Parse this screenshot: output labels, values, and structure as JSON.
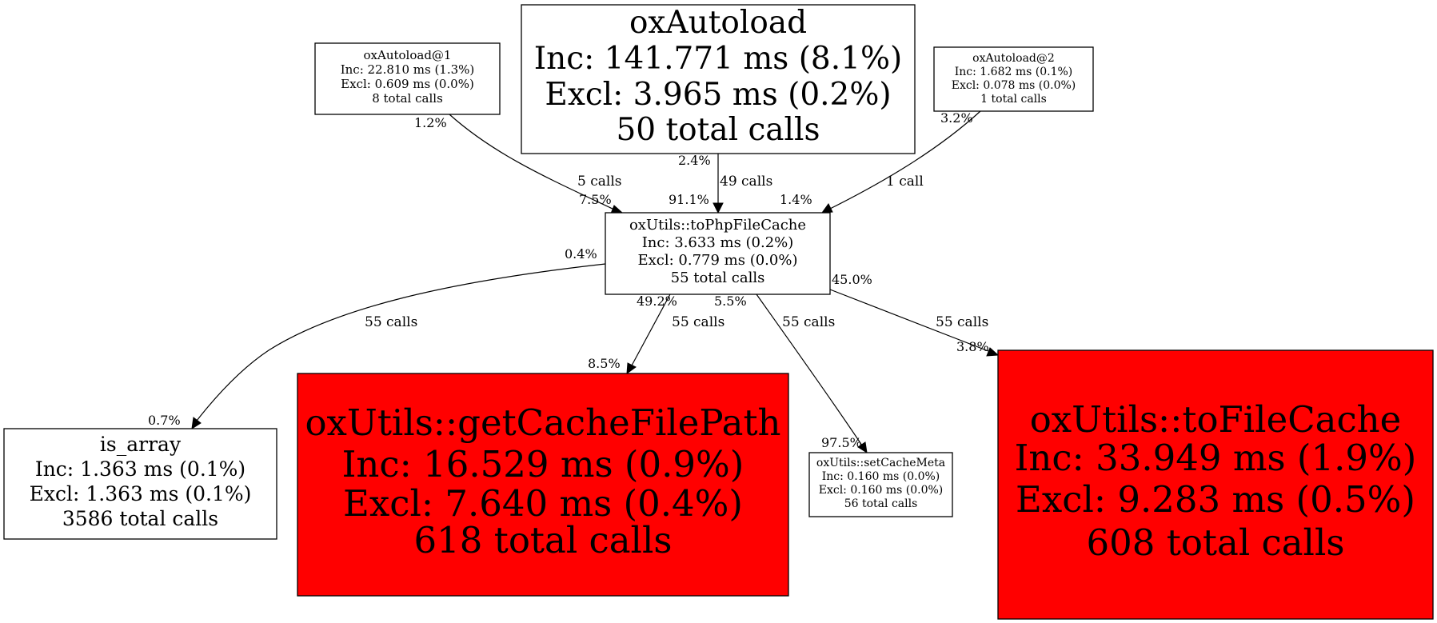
{
  "colors": {
    "hot": "#ff0000",
    "normal": "#ffffff",
    "stroke": "#000000"
  },
  "nodes": {
    "autoload1": {
      "lines": [
        "oxAutoload@1",
        "Inc: 22.810 ms (1.3%)",
        "Excl: 0.609 ms (0.0%)",
        "8 total calls"
      ],
      "hot": false
    },
    "autoload": {
      "lines": [
        "oxAutoload",
        "Inc: 141.771 ms (8.1%)",
        "Excl: 3.965 ms (0.2%)",
        "50 total calls"
      ],
      "hot": false
    },
    "autoload2": {
      "lines": [
        "oxAutoload@2",
        "Inc: 1.682 ms (0.1%)",
        "Excl: 0.078 ms (0.0%)",
        "1 total calls"
      ],
      "hot": false
    },
    "tophp": {
      "lines": [
        "oxUtils::toPhpFileCache",
        "Inc: 3.633 ms (0.2%)",
        "Excl: 0.779 ms (0.0%)",
        "55 total calls"
      ],
      "hot": false
    },
    "isarray": {
      "lines": [
        "is_array",
        "Inc: 1.363 ms (0.1%)",
        "Excl: 1.363 ms (0.1%)",
        "3586 total calls"
      ],
      "hot": false
    },
    "getcache": {
      "lines": [
        "oxUtils::getCacheFilePath",
        "Inc: 16.529 ms (0.9%)",
        "Excl: 7.640 ms (0.4%)",
        "618 total calls"
      ],
      "hot": true
    },
    "setmeta": {
      "lines": [
        "oxUtils::setCacheMeta",
        "Inc: 0.160 ms (0.0%)",
        "Excl: 0.160 ms (0.0%)",
        "56 total calls"
      ],
      "hot": false
    },
    "tofile": {
      "lines": [
        "oxUtils::toFileCache",
        "Inc: 33.949 ms (1.9%)",
        "Excl: 9.283 ms (0.5%)",
        "608 total calls"
      ],
      "hot": true
    }
  },
  "edges": {
    "a1_tophp": {
      "from": "autoload1",
      "to": "tophp",
      "calls": "5 calls",
      "tail_pct": "1.2%",
      "head_pct": "7.5%"
    },
    "a_tophp": {
      "from": "autoload",
      "to": "tophp",
      "calls": "49 calls",
      "tail_pct": "2.4%",
      "head_pct": "91.1%"
    },
    "a2_tophp": {
      "from": "autoload2",
      "to": "tophp",
      "calls": "1 call",
      "tail_pct": "3.2%",
      "head_pct": "1.4%"
    },
    "tophp_isarray": {
      "from": "tophp",
      "to": "isarray",
      "calls": "55 calls",
      "tail_pct": "0.4%",
      "head_pct": "0.7%"
    },
    "tophp_getcache": {
      "from": "tophp",
      "to": "getcache",
      "calls": "55 calls",
      "tail_pct": "49.2%",
      "head_pct": "8.5%"
    },
    "tophp_setmeta": {
      "from": "tophp",
      "to": "setmeta",
      "calls": "55 calls",
      "tail_pct": "5.5%",
      "head_pct": "97.5%"
    },
    "tophp_tofile": {
      "from": "tophp",
      "to": "tofile",
      "calls": "55 calls",
      "tail_pct": "45.0%",
      "head_pct": "3.8%"
    }
  }
}
